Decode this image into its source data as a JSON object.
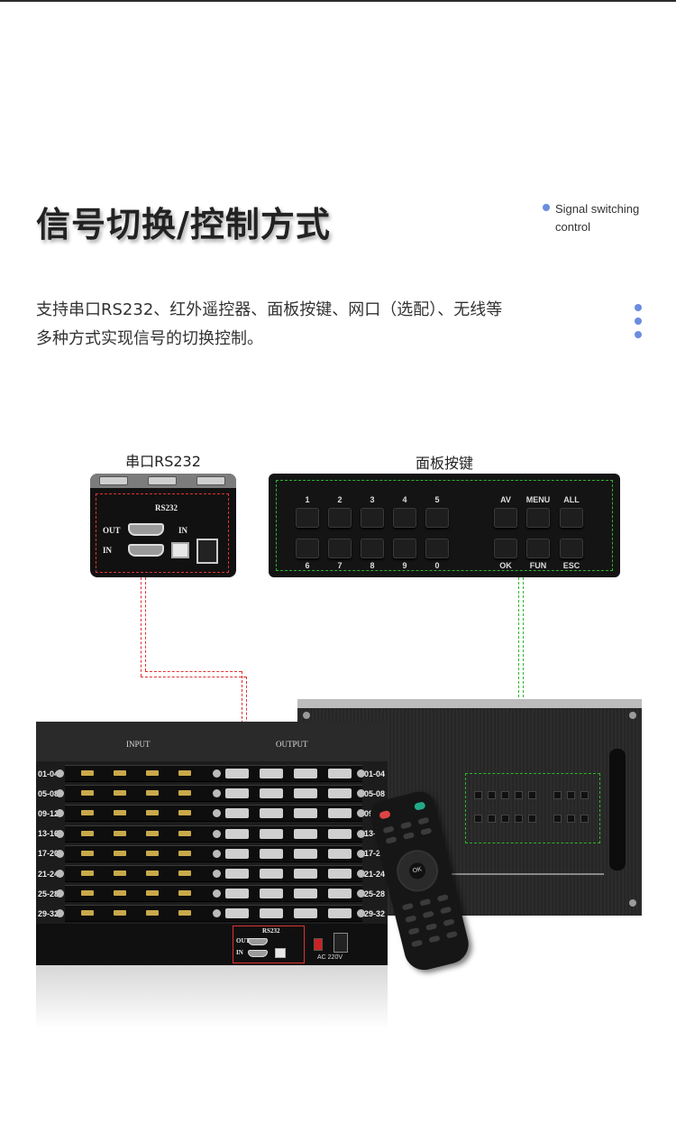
{
  "header": {
    "title": "信号切换/控制方式",
    "subtitle_en_line1": "Signal switching",
    "subtitle_en_line2": "control"
  },
  "description": {
    "line1": "支持串口RS232、红外遥控器、面板按键、网口（选配）、无线等",
    "line2": "多种方式实现信号的切换控制。"
  },
  "callouts": {
    "rs232_label": "串口RS232",
    "panel_label": "面板按键"
  },
  "rs232_zoom": {
    "title": "RS232",
    "out": "OUT",
    "in_left": "IN",
    "in_right": "IN"
  },
  "panel_zoom": {
    "top_numbers": [
      "1",
      "2",
      "3",
      "4",
      "5"
    ],
    "bottom_numbers": [
      "6",
      "7",
      "8",
      "9",
      "0"
    ],
    "func_top": [
      "AV",
      "MENU",
      "ALL"
    ],
    "func_bottom": [
      "OK",
      "FUN",
      "ESC"
    ]
  },
  "device": {
    "input_label": "INPUT",
    "output_label": "OUTPUT",
    "rows": [
      "01-04",
      "05-08",
      "09-12",
      "13-16",
      "17-20",
      "21-24",
      "25-28",
      "29-32"
    ],
    "rs232_title": "RS232",
    "out": "OUT",
    "in": "IN",
    "power": "AC 220V"
  },
  "remote": {
    "ok": "OK"
  },
  "colors": {
    "accent_dot": "#6a8de0",
    "rs232_line": "#dd3333",
    "panel_line": "#2cb52c"
  }
}
